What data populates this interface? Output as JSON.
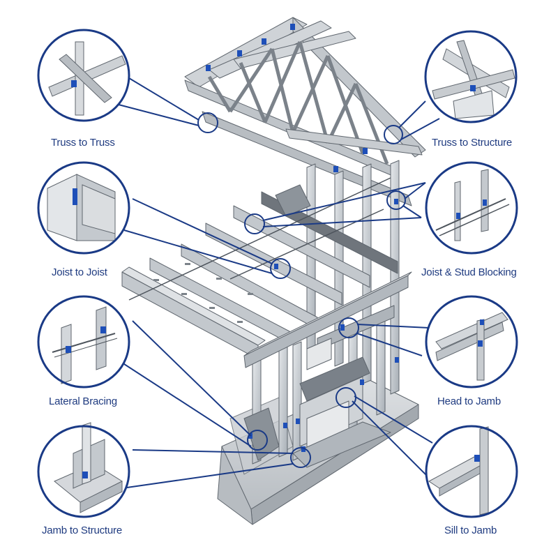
{
  "colors": {
    "navy": "#1a3a86",
    "steel_light": "#d6dade",
    "steel_mid": "#b3b9bf",
    "steel_dark": "#868d95",
    "stroke": "#5f666e",
    "accent_blue": "#1e4fb8"
  },
  "callouts": [
    {
      "id": "truss-to-truss",
      "label": "Truss to Truss",
      "icon": "truss-to-truss-detail-icon"
    },
    {
      "id": "truss-to-structure",
      "label": "Truss to Structure",
      "icon": "truss-to-structure-detail-icon"
    },
    {
      "id": "joist-to-joist",
      "label": "Joist to Joist",
      "icon": "joist-to-joist-detail-icon"
    },
    {
      "id": "joist-stud-blocking",
      "label": "Joist & Stud Blocking",
      "icon": "joist-stud-blocking-detail-icon"
    },
    {
      "id": "lateral-bracing",
      "label": "Lateral Bracing",
      "icon": "lateral-bracing-detail-icon"
    },
    {
      "id": "head-to-jamb",
      "label": "Head to Jamb",
      "icon": "head-to-jamb-detail-icon"
    },
    {
      "id": "jamb-to-structure",
      "label": "Jamb to Structure",
      "icon": "jamb-to-structure-detail-icon"
    },
    {
      "id": "sill-to-jamb",
      "label": "Sill to Jamb",
      "icon": "sill-to-jamb-detail-icon"
    }
  ]
}
